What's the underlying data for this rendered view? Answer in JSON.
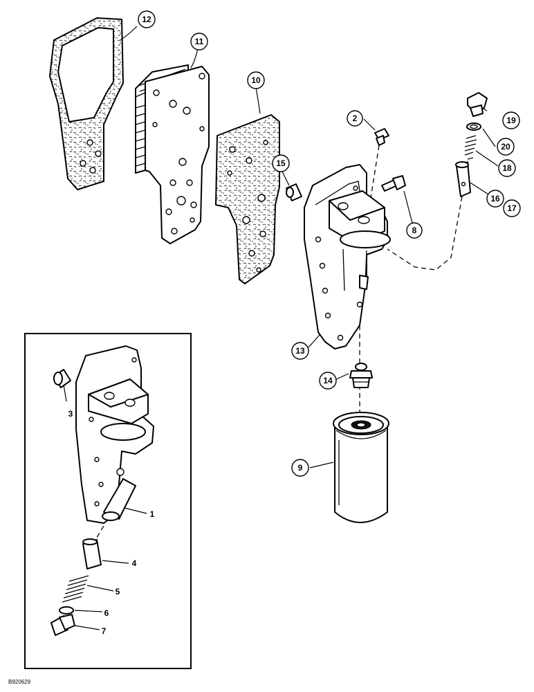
{
  "callouts": [
    {
      "id": "c2",
      "label": "2"
    },
    {
      "id": "c8",
      "label": "8"
    },
    {
      "id": "c9",
      "label": "9"
    },
    {
      "id": "c10",
      "label": "10"
    },
    {
      "id": "c11",
      "label": "11"
    },
    {
      "id": "c12",
      "label": "12"
    },
    {
      "id": "c13",
      "label": "13"
    },
    {
      "id": "c14",
      "label": "14"
    },
    {
      "id": "c15",
      "label": "15"
    },
    {
      "id": "c16",
      "label": "16"
    },
    {
      "id": "c17",
      "label": "17"
    },
    {
      "id": "c18",
      "label": "18"
    },
    {
      "id": "c19",
      "label": "19"
    },
    {
      "id": "c20",
      "label": "20"
    }
  ],
  "inset_labels": [
    {
      "id": "l1",
      "label": "1"
    },
    {
      "id": "l3",
      "label": "3"
    },
    {
      "id": "l4",
      "label": "4"
    },
    {
      "id": "l5",
      "label": "5"
    },
    {
      "id": "l6",
      "label": "6"
    },
    {
      "id": "l7",
      "label": "7"
    }
  ],
  "figure_reference": "B920629"
}
